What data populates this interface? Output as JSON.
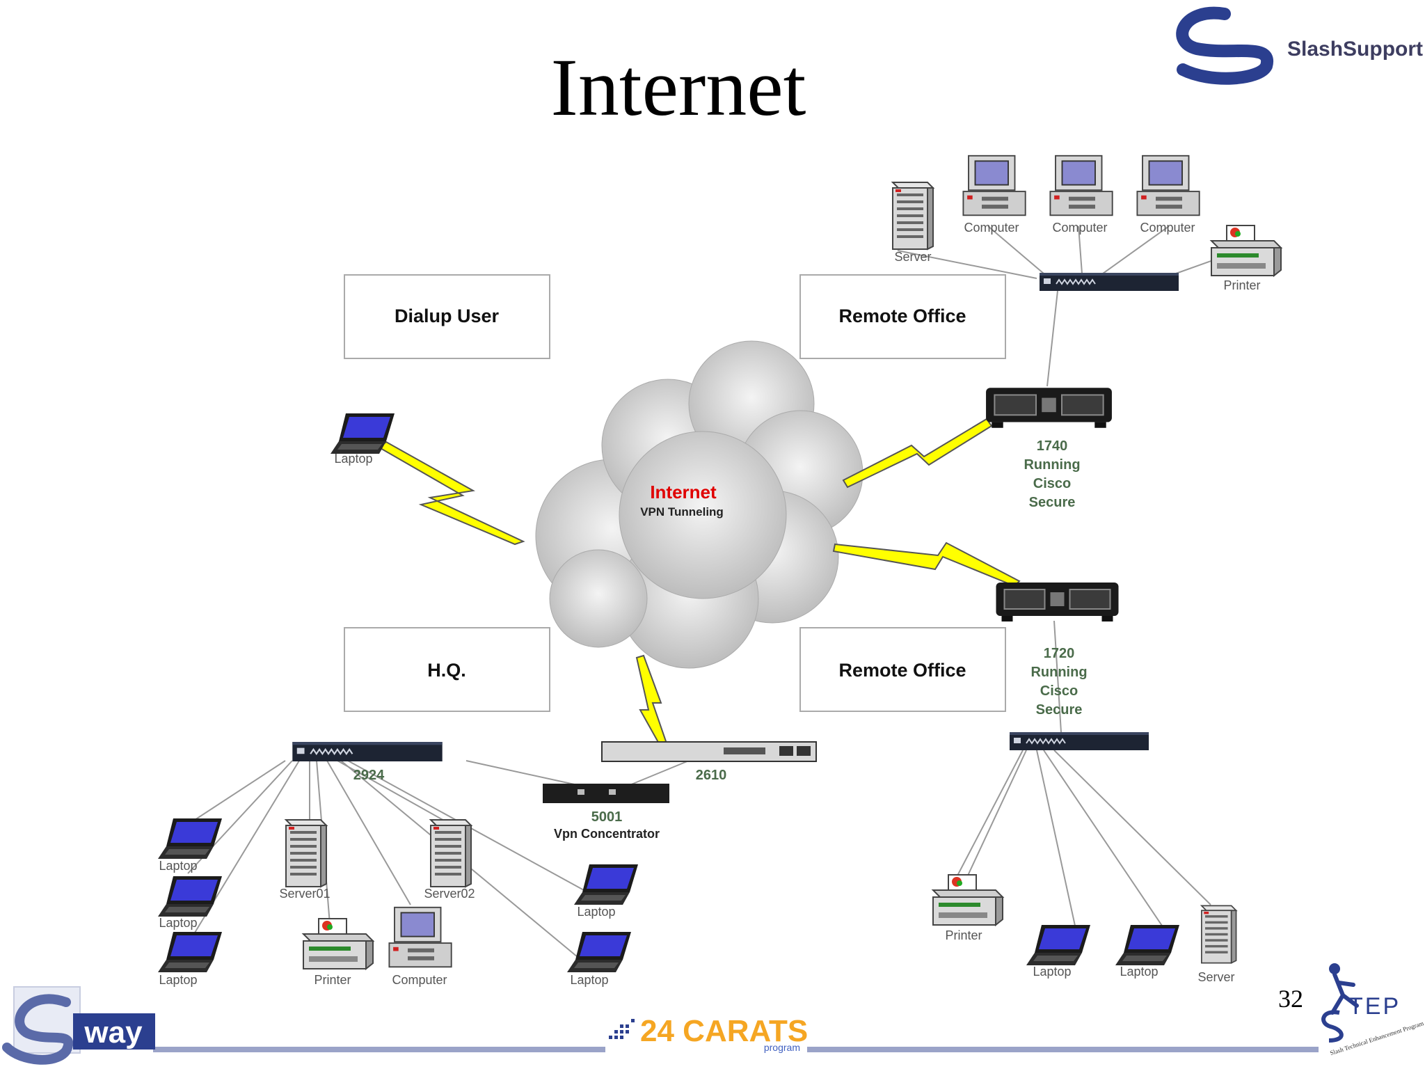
{
  "title": "Internet",
  "page_number": "32",
  "logos": {
    "top_right": "SlashSupport",
    "bottom_left": "way",
    "bottom_center": "24 CARATS",
    "bottom_center_sub": "program",
    "bottom_right": "TEP",
    "bottom_right_sub": "Slash Technical Enhancement Program"
  },
  "boxes": {
    "dialup_user": "Dialup User",
    "remote_office_top": "Remote Office",
    "hq": "H.Q.",
    "remote_office_bottom": "Remote Office"
  },
  "cloud": {
    "title": "Internet",
    "subtitle": "VPN Tunneling"
  },
  "router_1740": [
    "1740",
    "Running",
    "Cisco",
    "Secure"
  ],
  "router_1720": [
    "1720",
    "Running",
    "Cisco",
    "Secure"
  ],
  "labels": {
    "server": "Server",
    "computer": "Computer",
    "printer": "Printer",
    "laptop": "Laptop",
    "switch_2924": "2924",
    "router_2610": "2610",
    "concentrator_model": "5001",
    "concentrator_name": "Vpn Concentrator",
    "server01": "Server01",
    "server02": "Server02"
  },
  "colors": {
    "cloud_title": "#e00000",
    "bolt": "#ffff00",
    "model_label": "#4a6b4a",
    "footer_line": "#9aa3c8",
    "brand_blue": "#2b3f8f",
    "carats_orange": "#f5a623"
  }
}
